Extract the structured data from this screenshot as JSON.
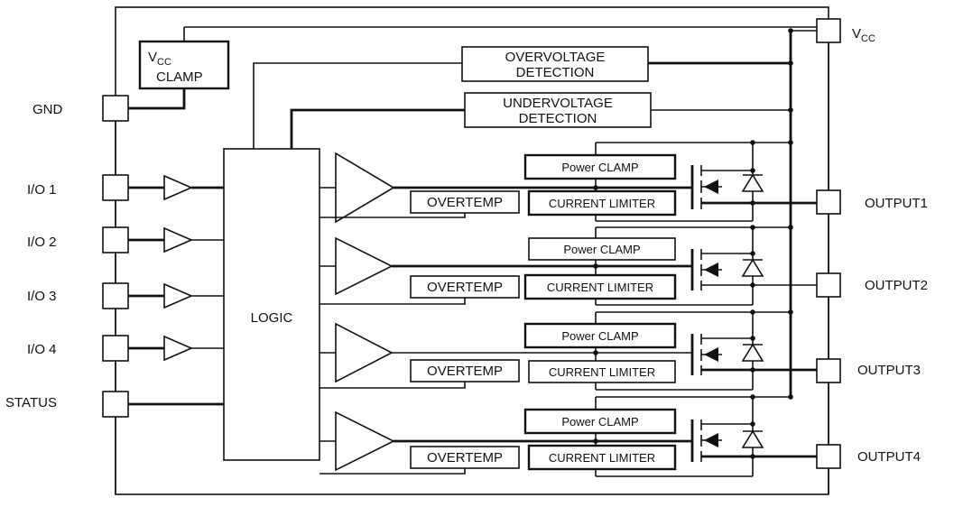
{
  "pins_left": {
    "gnd": "GND",
    "io1": "I/O 1",
    "io2": "I/O 2",
    "io3": "I/O 3",
    "io4": "I/O 4",
    "status": "STATUS"
  },
  "pins_right": {
    "vcc_main": "V",
    "vcc_sub": "CC",
    "output1": "OUTPUT1",
    "output2": "OUTPUT2",
    "output3": "OUTPUT3",
    "output4": "OUTPUT4"
  },
  "blocks": {
    "vcc_clamp_main": "V",
    "vcc_clamp_sub": "CC",
    "vcc_clamp_line2": "CLAMP",
    "overvoltage_line1": "OVERVOLTAGE",
    "overvoltage_line2": "DETECTION",
    "undervoltage_line1": "UNDERVOLTAGE",
    "undervoltage_line2": "DETECTION",
    "logic": "LOGIC",
    "overtemp": "OVERTEMP",
    "power_clamp": "Power CLAMP",
    "current_limiter": "CURRENT LIMITER"
  }
}
